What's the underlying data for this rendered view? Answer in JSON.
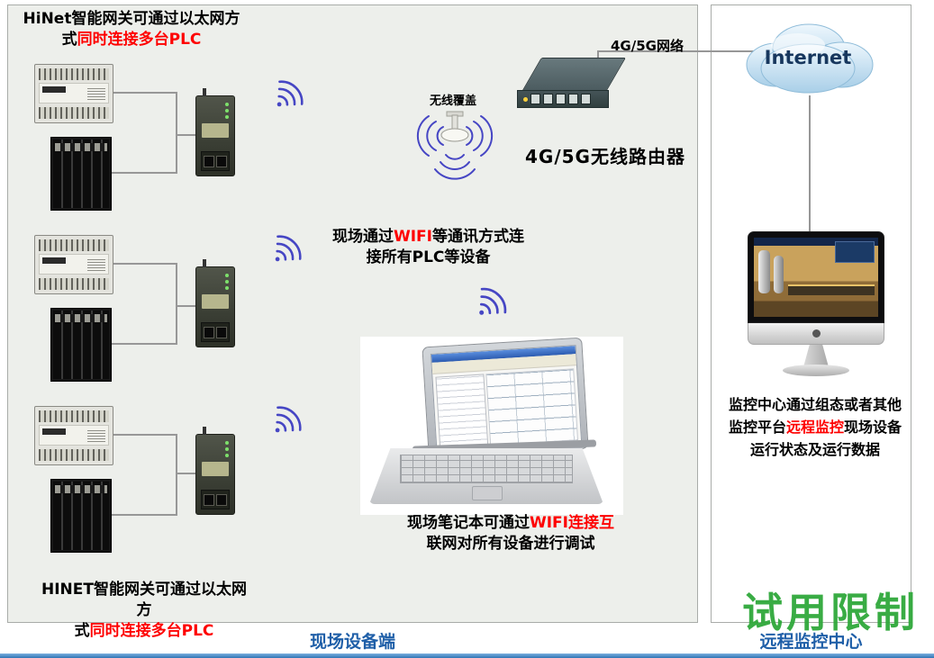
{
  "left_panel": {
    "top_note": {
      "line1": "HiNet智能网关可通过以太网方",
      "line2_black": "式",
      "line2_red": "同时连接多台PLC"
    },
    "coverage_label": "无线覆盖",
    "network_label": "4G/5G网络",
    "router_label": "4G/5G无线路由器",
    "wifi_note": {
      "line1_black1": "现场通过",
      "line1_red": "WIFI",
      "line1_black2": "等通讯方式连",
      "line2": "接所有PLC等设备"
    },
    "laptop_note": {
      "line1_black": "现场笔记本可通过",
      "line1_red": "WIFI连接互",
      "line2": "联网对所有设备进行调试"
    },
    "bottom_note": {
      "line1": "HINET智能网关可通过以太网方",
      "line2_black": "式",
      "line2_red": "同时连接多台PLC"
    },
    "footer": "现场设备端"
  },
  "right_panel": {
    "internet_label": "Internet",
    "monitor_note": {
      "line1": "监控中心通过组态或者其他",
      "line2_black1": "监控平台",
      "line2_red": "远程监控",
      "line2_black2": "现场设备",
      "line3": "运行状态及运行数据"
    },
    "watermark": "试用限制",
    "footer": "远程监控中心"
  },
  "icons": {
    "wifi": "wifi-signal-icon",
    "antenna": "wireless-coverage-antenna-icon",
    "cloud": "internet-cloud-icon",
    "apple": "apple-logo-icon"
  },
  "colors": {
    "highlight_red": "#fe0000",
    "footer_blue": "#1f5fa8",
    "watermark_green": "#2fa83a",
    "wifi_blue": "#4646c4",
    "cloud_text_navy": "#17375e",
    "left_panel_bg": "#edefeb"
  }
}
